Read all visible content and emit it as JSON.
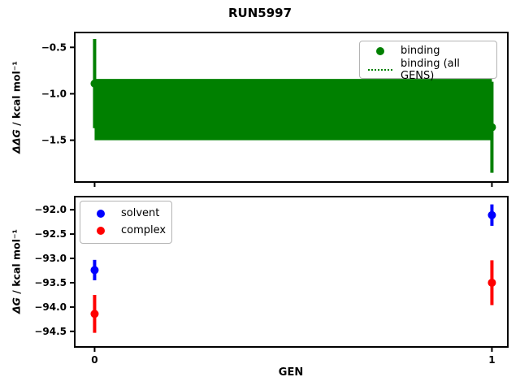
{
  "figure": {
    "title": "RUN5997",
    "background": "#ffffff"
  },
  "chart_data": [
    {
      "type": "scatter",
      "panel": "top",
      "title": "RUN5997",
      "xlabel": "",
      "ylabel": "ΔΔG / kcal mol⁻¹",
      "ylabel_math": "ΔΔG",
      "ylabel_rest": " / kcal mol⁻¹",
      "xlim": [
        -0.05,
        1.04
      ],
      "ylim": [
        -1.95,
        -0.34
      ],
      "yticks": [
        -0.5,
        -1.0,
        -1.5
      ],
      "ytick_labels": [
        "−0.5",
        "−1.0",
        "−1.5"
      ],
      "xticks": [
        0,
        1
      ],
      "xtick_labels": [],
      "grid": false,
      "legend_position": "upper right",
      "series": [
        {
          "name": "binding",
          "type": "errorbar-scatter",
          "color": "#008000",
          "marker": "circle",
          "x": [
            0,
            1
          ],
          "y": [
            -0.89,
            -1.36
          ],
          "yerr": [
            0.48,
            0.49
          ]
        },
        {
          "name": "binding (all GENS)",
          "type": "hline-band",
          "color": "#008000",
          "linestyle": "dotted",
          "mean": -1.17,
          "band": [
            -1.5,
            -0.84
          ]
        }
      ]
    },
    {
      "type": "scatter",
      "panel": "bottom",
      "xlabel": "GEN",
      "ylabel": "ΔG / kcal mol⁻¹",
      "ylabel_math": "ΔG",
      "ylabel_rest": " / kcal mol⁻¹",
      "xlim": [
        -0.05,
        1.04
      ],
      "ylim": [
        -94.82,
        -91.73
      ],
      "yticks": [
        -92.0,
        -92.5,
        -93.0,
        -93.5,
        -94.0,
        -94.5
      ],
      "ytick_labels": [
        "−92.0",
        "−92.5",
        "−93.0",
        "−93.5",
        "−94.0",
        "−94.5"
      ],
      "xticks": [
        0,
        1
      ],
      "xtick_labels": [
        "0",
        "1"
      ],
      "grid": false,
      "legend_position": "upper left",
      "series": [
        {
          "name": "solvent",
          "type": "errorbar-scatter",
          "color": "#0000ff",
          "marker": "circle",
          "x": [
            0,
            1
          ],
          "y": [
            -93.24,
            -92.11
          ],
          "yerr": [
            0.21,
            0.22
          ]
        },
        {
          "name": "complex",
          "type": "errorbar-scatter",
          "color": "#ff0000",
          "marker": "circle",
          "x": [
            0,
            1
          ],
          "y": [
            -94.14,
            -93.5
          ],
          "yerr": [
            0.39,
            0.46
          ]
        }
      ]
    }
  ]
}
